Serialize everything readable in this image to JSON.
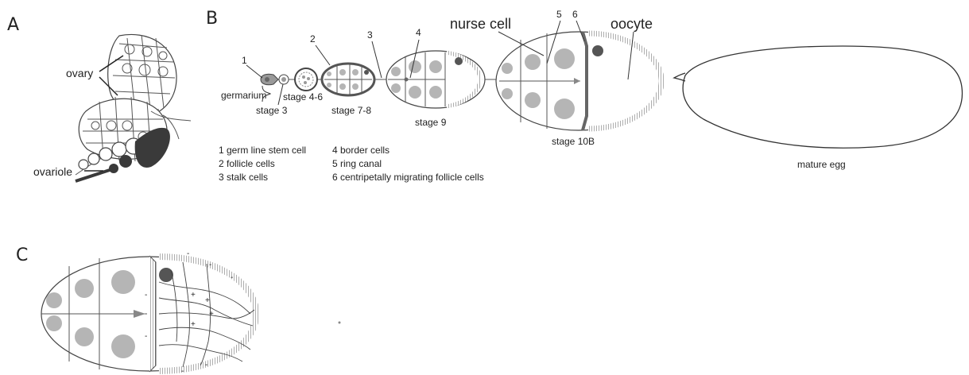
{
  "panels": {
    "a": "A",
    "b": "B",
    "c": "C"
  },
  "panel_a": {
    "ovary": "ovary",
    "ovariole": "ovariole"
  },
  "panel_b": {
    "numbers": [
      "1",
      "2",
      "3",
      "4",
      "5",
      "6"
    ],
    "germarium": "germarium",
    "stage_3": "stage 3",
    "stage_4_6": "stage 4-6",
    "stage_7_8": "stage 7-8",
    "stage_9": "stage 9",
    "stage_10b": "stage 10B",
    "nurse_cell": "nurse cell",
    "oocyte": "oocyte",
    "mature_egg": "mature egg"
  },
  "legend": {
    "col1": [
      "1 germ line stem cell",
      "2 follicle cells",
      "3 stalk cells"
    ],
    "col2": [
      "4 border cells",
      "5 ring canal",
      "6 centripetally migrating follicle cells"
    ]
  },
  "panel_c": {
    "plus": "+",
    "minus": "-"
  },
  "colors": {
    "line": "#444444",
    "nucleus": "#b5b5b5",
    "oocyte_nucleus": "#555555",
    "follicle": "#999999"
  }
}
